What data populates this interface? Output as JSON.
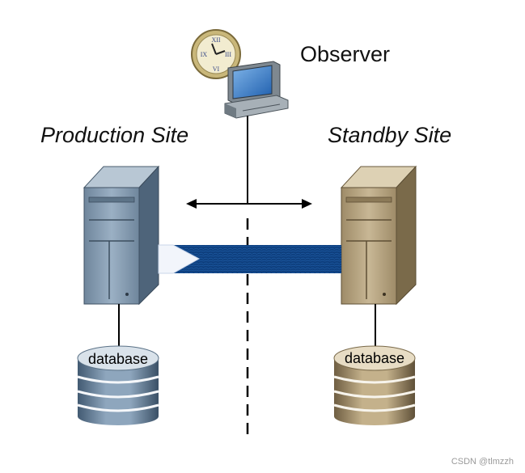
{
  "observer": {
    "label": "Observer"
  },
  "production": {
    "label": "Production Site",
    "db_label": "database"
  },
  "standby": {
    "label": "Standby Site",
    "db_label": "database"
  },
  "watermark": "CSDN @tlmzzh",
  "colors": {
    "production_server": "#7f97ad",
    "standby_server": "#b19f7c",
    "transport_band": "#0e3f7e",
    "arrow_head": "#f2f5fb",
    "line": "#000000"
  }
}
